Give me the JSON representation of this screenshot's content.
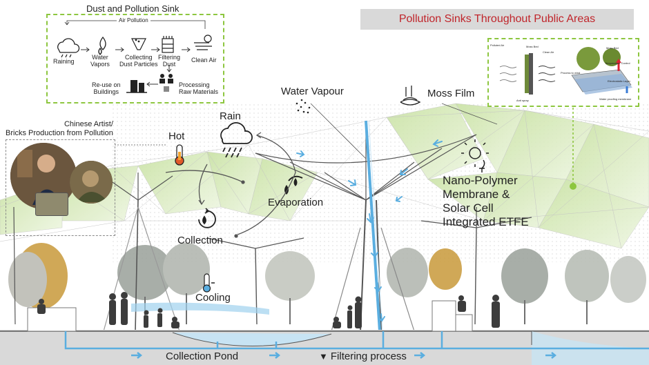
{
  "banner": {
    "title": "Pollution Sinks Throughout Public Areas"
  },
  "sink_panel": {
    "title": "Dust and Pollution Sink",
    "air_pollution": "Air Pollution",
    "steps": {
      "raining": "Raining",
      "water_vapors": "Water\nVapors",
      "collecting": "Collecting\nDust Particles",
      "filtering": "Filtering\nDust",
      "clean_air": "Clean Air",
      "processing": "Processing\nRaw Materials",
      "reuse": "Re-use on\nBuildings"
    }
  },
  "moss_panel": {
    "labels": {
      "polluted_air": "Polluted Air",
      "moss_bed": "Moss Bed",
      "clean_air": "Clean Air",
      "moss_bed_2": "Moss Bed",
      "temperature_control": "Temperature Control",
      "process_to_wind": "Process to wind",
      "electrostatic_layer": "Electrostatic Layer",
      "waterproofing": "Water proofing membrane",
      "anti_spray": "Anti spray"
    }
  },
  "artist": {
    "caption": "Chinese Artist/\nBricks Production from Pollution"
  },
  "labels": {
    "water_vapour": "Water Vapour",
    "moss_film": "Moss Film",
    "rain": "Rain",
    "hot": "Hot",
    "evaporation": "Evaporation",
    "collection": "Collection",
    "cooling": "Cooling",
    "nano_polymer": "Nano-Polymer\nMembrane &\nSolar Cell\nIntegrated ETFE",
    "collection_pond": "Collection Pond",
    "filtering_process": "Filtering process"
  },
  "icons": [
    "cloud-rain-icon",
    "droplet-icon",
    "funnel-icon",
    "filter-icon",
    "wind-sun-icon",
    "workers-icon",
    "buildings-icon",
    "thermometer-icon",
    "cycle-drop-icon",
    "sun-plug-icon",
    "moss-icon",
    "vapour-icon"
  ],
  "colors": {
    "accent_green": "#8dc63f",
    "banner_red": "#c0252b",
    "water_blue": "#5aaee0",
    "banner_grey": "#d9d9d9"
  }
}
